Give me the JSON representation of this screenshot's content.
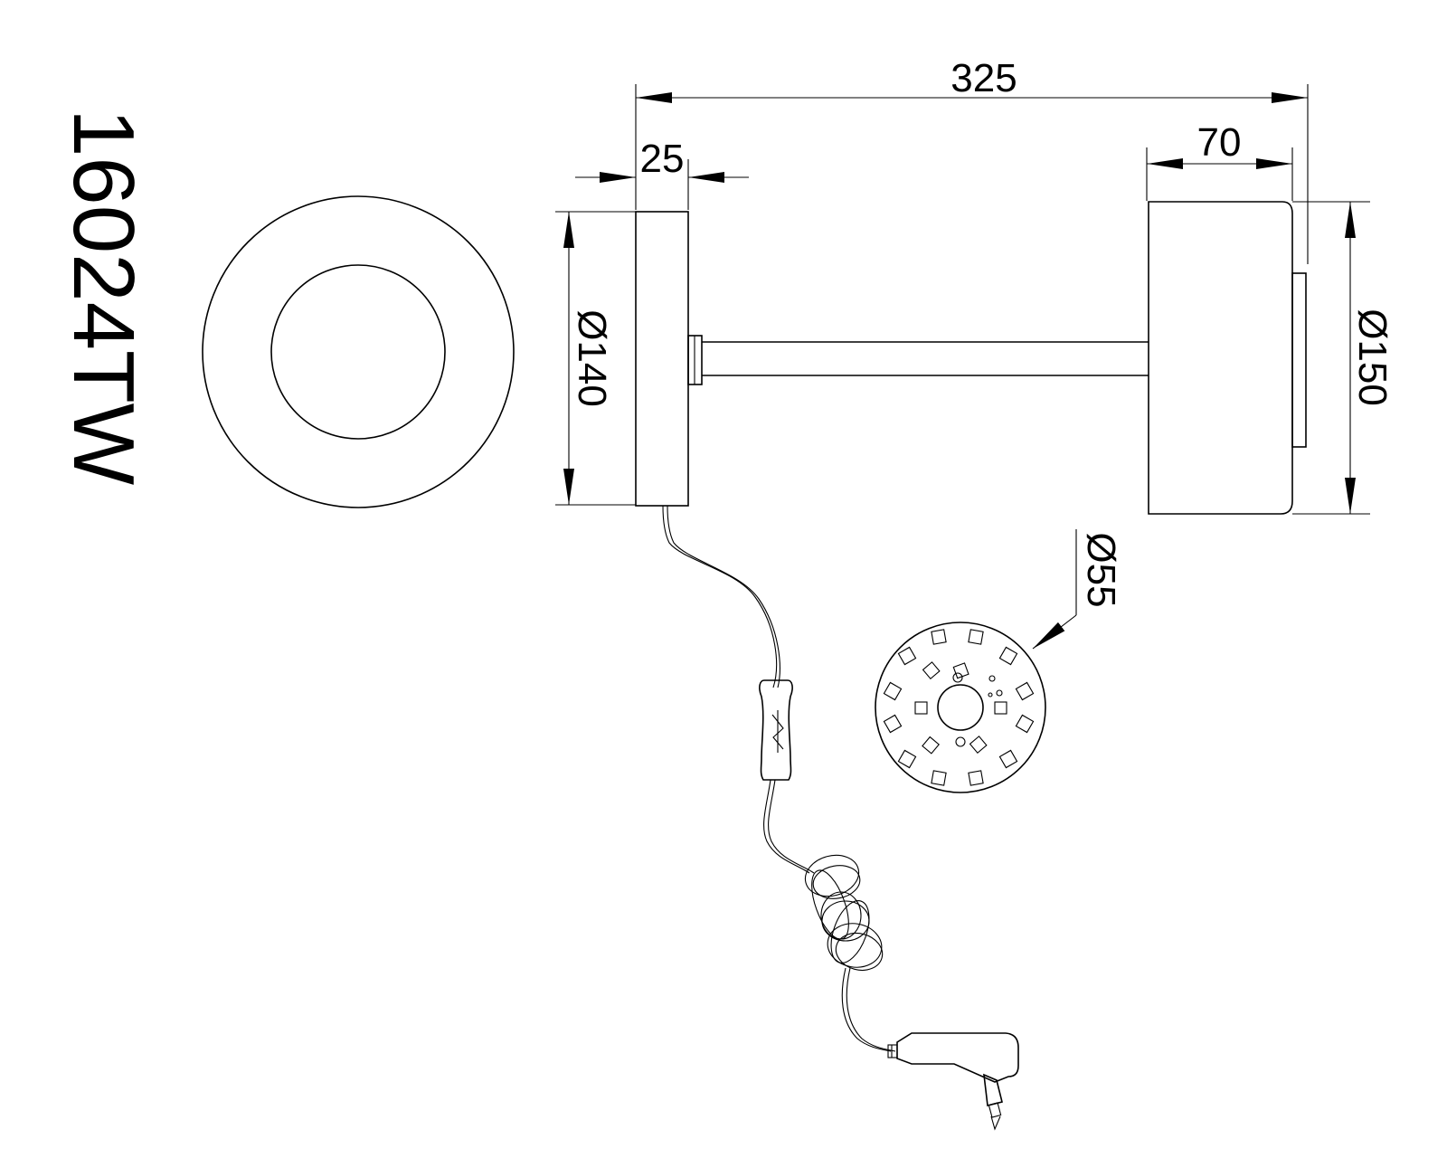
{
  "model_code": "16024TW",
  "dimensions": {
    "overall_length": "325",
    "base_depth": "25",
    "head_depth": "70",
    "base_diameter": "Ø140",
    "head_diameter": "Ø150",
    "led_board_diameter": "Ø55"
  }
}
